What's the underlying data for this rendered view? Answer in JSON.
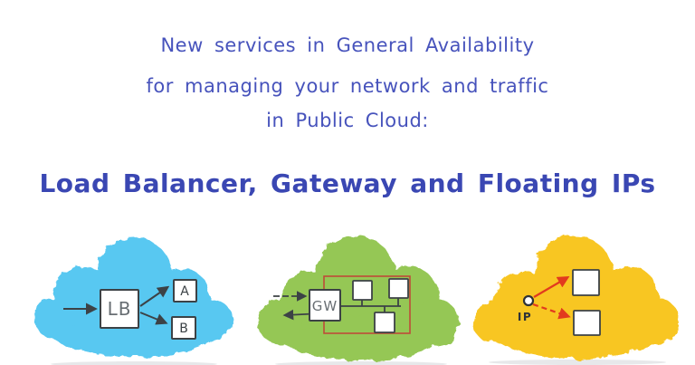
{
  "intro": {
    "line1": "New services in General Availability",
    "line2": "for managing your network and traffic",
    "line3": "in Public Cloud:"
  },
  "headline": "Load Balancer, Gateway and Floating IPs",
  "colors": {
    "ink_blue": "#4753bc",
    "headline_blue": "#3a47b3",
    "cloud_blue": "#59c8f1",
    "cloud_green": "#95c754",
    "cloud_yellow": "#f8c621",
    "diagram_stroke": "#3c4246",
    "box_fill": "#ffffff",
    "box_label_gray": "#686e73",
    "boundary_red": "#bf4b38",
    "arrow_red": "#e23a1e",
    "ip_label_dark": "#2f3338",
    "ground_shadow": "#c9cdd0"
  },
  "clouds": {
    "load_balancer": {
      "label": "LB",
      "target_a": "A",
      "target_b": "B"
    },
    "gateway": {
      "label": "GW"
    },
    "floating_ip": {
      "label": "IP"
    }
  }
}
